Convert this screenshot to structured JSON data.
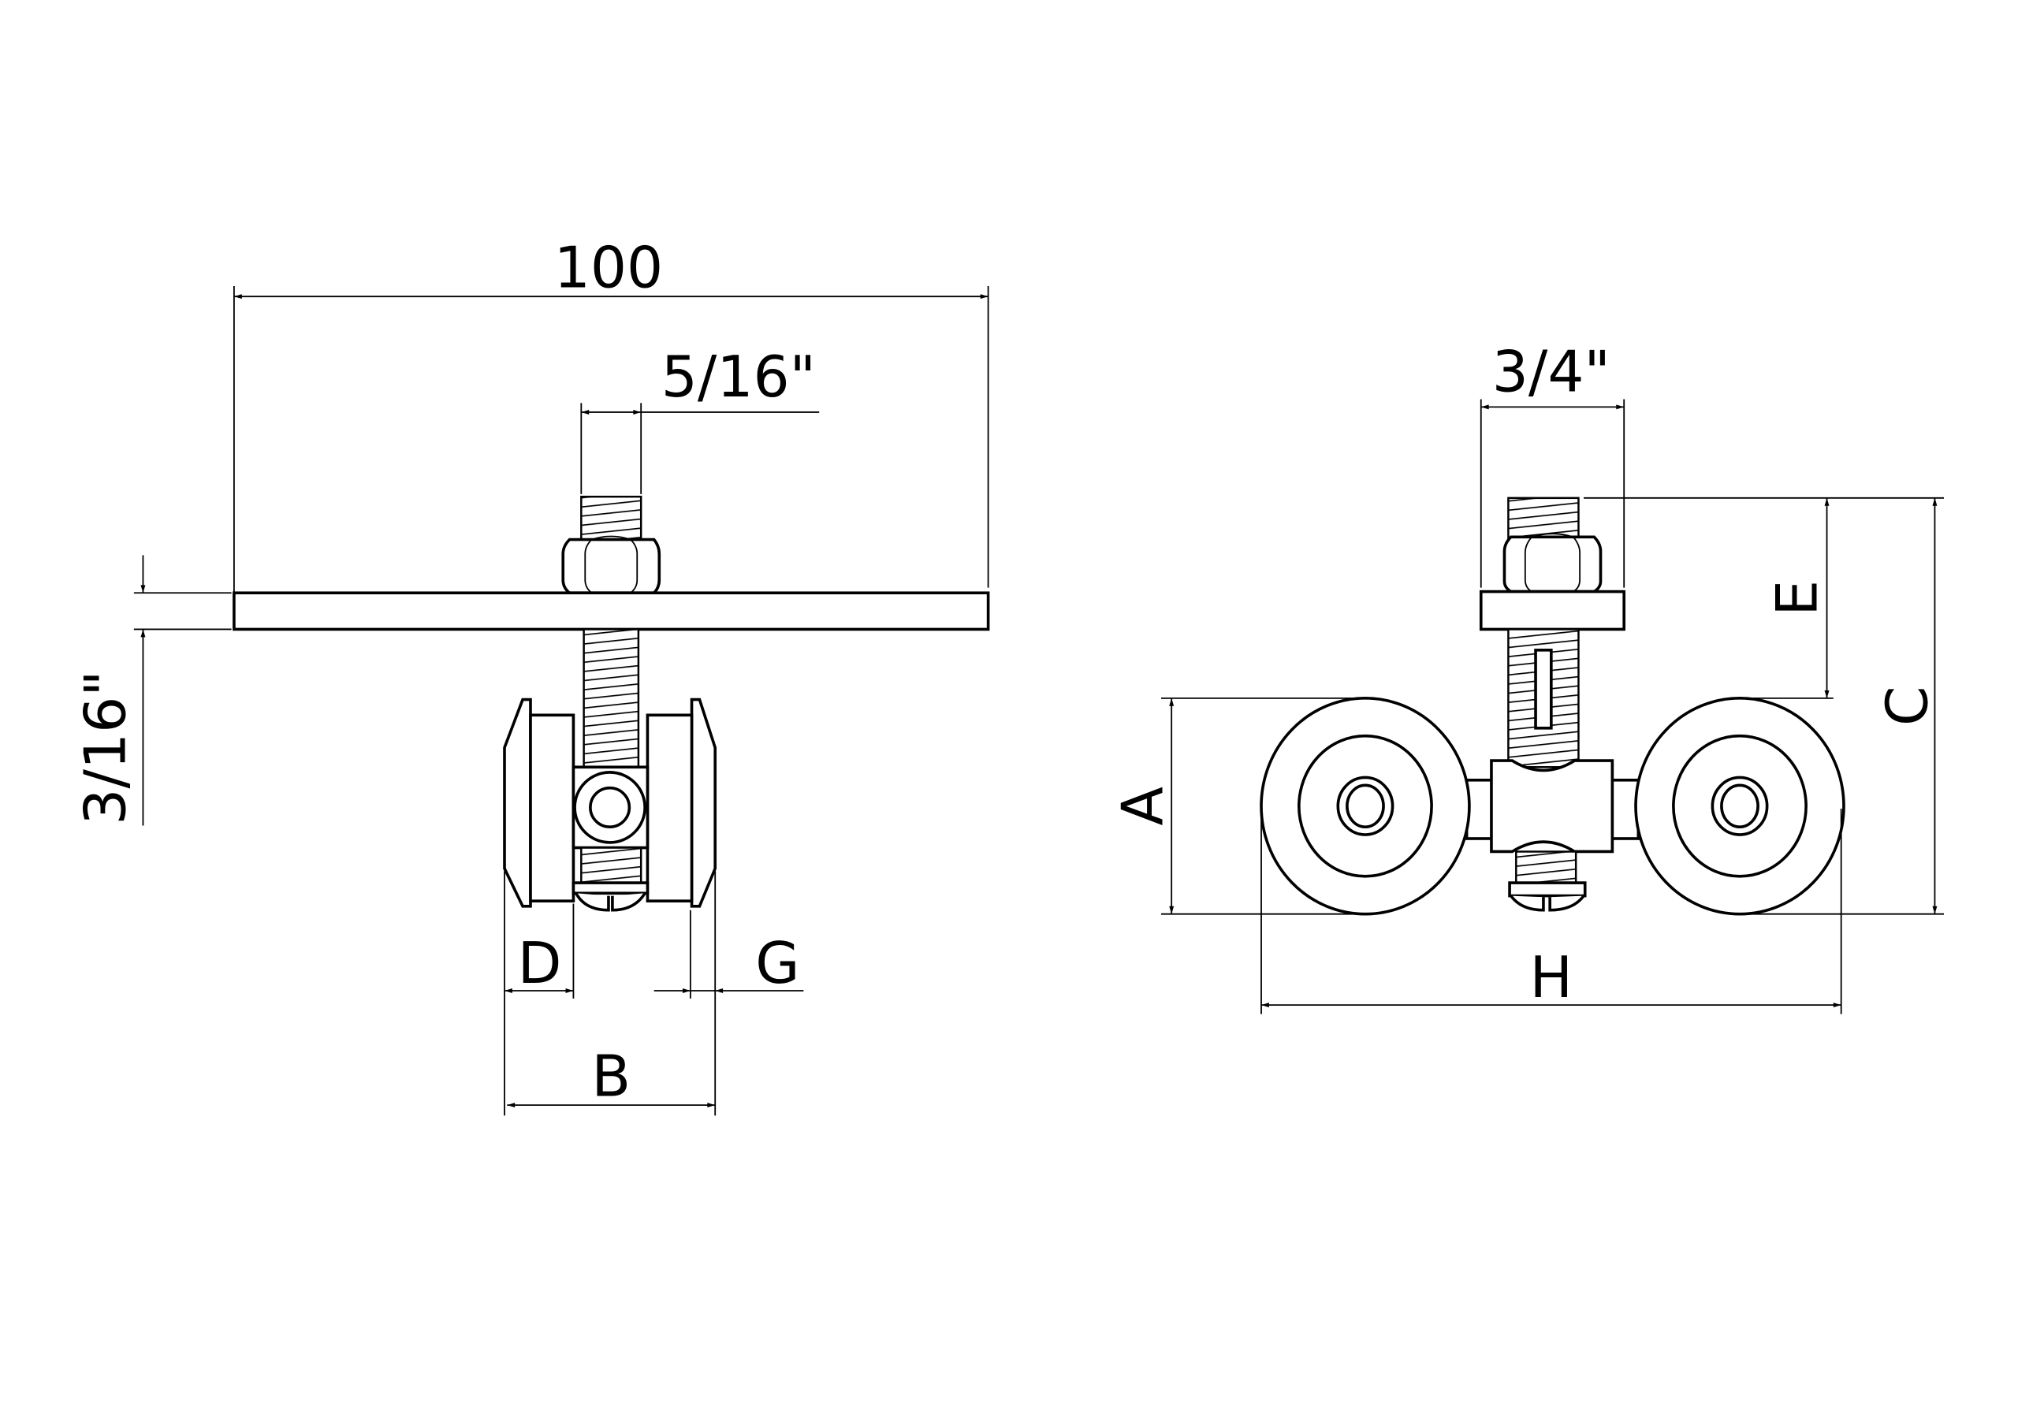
{
  "drawing": {
    "side_view": {
      "overall_length_label": "100",
      "bolt_diameter_label": "5/16\"",
      "plate_thickness_label": "3/16\"",
      "dim_d_label": "D",
      "dim_g_label": "G",
      "dim_b_label": "B"
    },
    "front_view": {
      "washer_width_label": "3/4\"",
      "dim_e_label": "E",
      "dim_c_label": "C",
      "dim_a_label": "A",
      "dim_h_label": "H"
    },
    "line_color": "#000000",
    "background_color": "#ffffff"
  }
}
